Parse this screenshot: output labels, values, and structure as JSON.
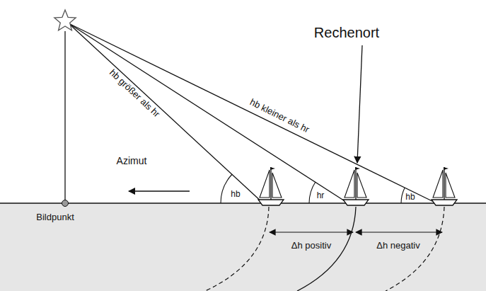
{
  "diagram": {
    "labels": [
      "hb größer als hr",
      "hb kleiner als hr",
      "Rechenort",
      "Azimut",
      "hb",
      "hr",
      "hb",
      "Bildpunkt",
      "Δh positiv",
      "Δh negativ"
    ]
  }
}
